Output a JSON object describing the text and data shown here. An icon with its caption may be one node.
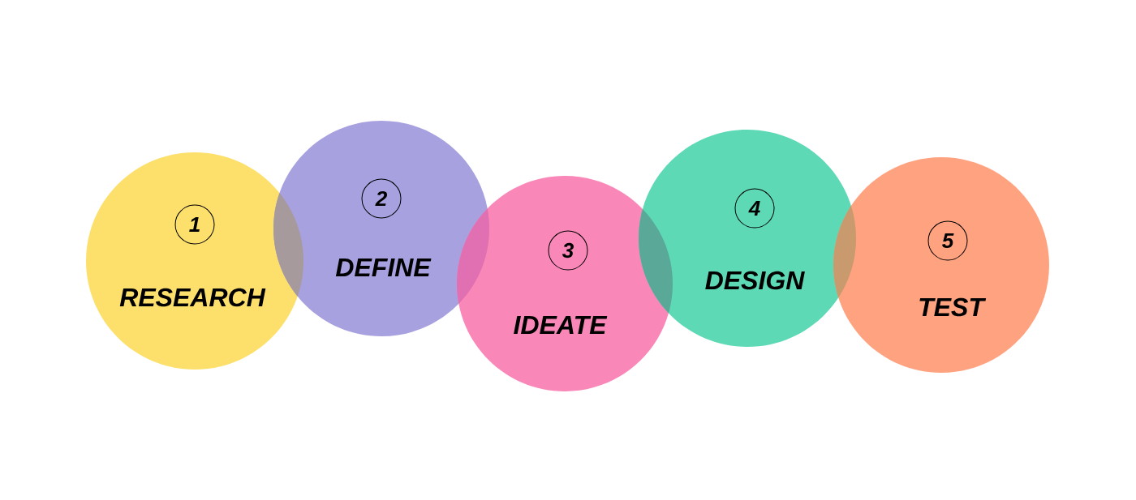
{
  "diagram": {
    "nodes": [
      {
        "text": [
          "RESEARCH"
        ]
      },
      {
        "text": [
          "1"
        ],
        "in": 0
      },
      {
        "text": [
          "DEFINE"
        ]
      },
      {
        "text": [
          "2"
        ],
        "in": 2
      },
      {
        "text": [
          "IDEATE"
        ]
      },
      {
        "text": [
          "3"
        ],
        "in": 4
      },
      {
        "text": [
          "DESIGN"
        ]
      },
      {
        "text": [
          "4"
        ],
        "in": 6
      },
      {
        "text": [
          "TEST"
        ]
      },
      {
        "text": [
          "5"
        ],
        "in": 8
      }
    ],
    "edges": []
  }
}
